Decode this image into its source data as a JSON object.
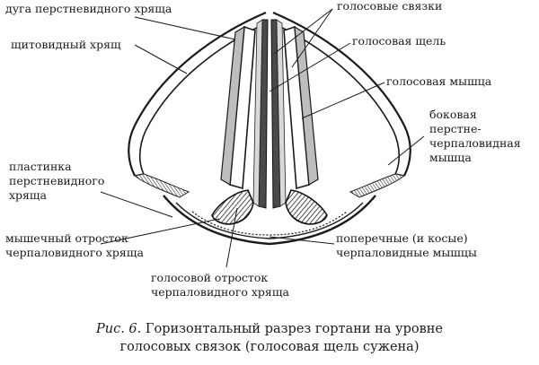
{
  "labels": {
    "arc_cricoid": "дуга перстневидного хряща",
    "vocal_cords": "голосовые связки",
    "thyroid": "щитовидный хрящ",
    "glottis": "голосовая щель",
    "vocal_muscle": "голосовая мышца",
    "lateral_line1": "боковая",
    "lateral_line2": "перстне-",
    "lateral_line3": "черпаловидная",
    "lateral_line4": "мышца",
    "plate_line1": "пластинка",
    "plate_line2": "перстневидного",
    "plate_line3": "хряща",
    "muscular_line1": "мышечный отросток",
    "muscular_line2": "черпаловидного хряща",
    "transverse_line1": "поперечные (и косые)",
    "transverse_line2": "черпаловидные мышцы",
    "vocal_process_line1": "голосовой отросток",
    "vocal_process_line2": "черпаловидного хряща"
  },
  "caption": {
    "prefix": "Рис. 6.",
    "line1": "Горизонтальный разрез гортани на уровне",
    "line2": "голосовых связок (голосовая щель сужена)"
  }
}
